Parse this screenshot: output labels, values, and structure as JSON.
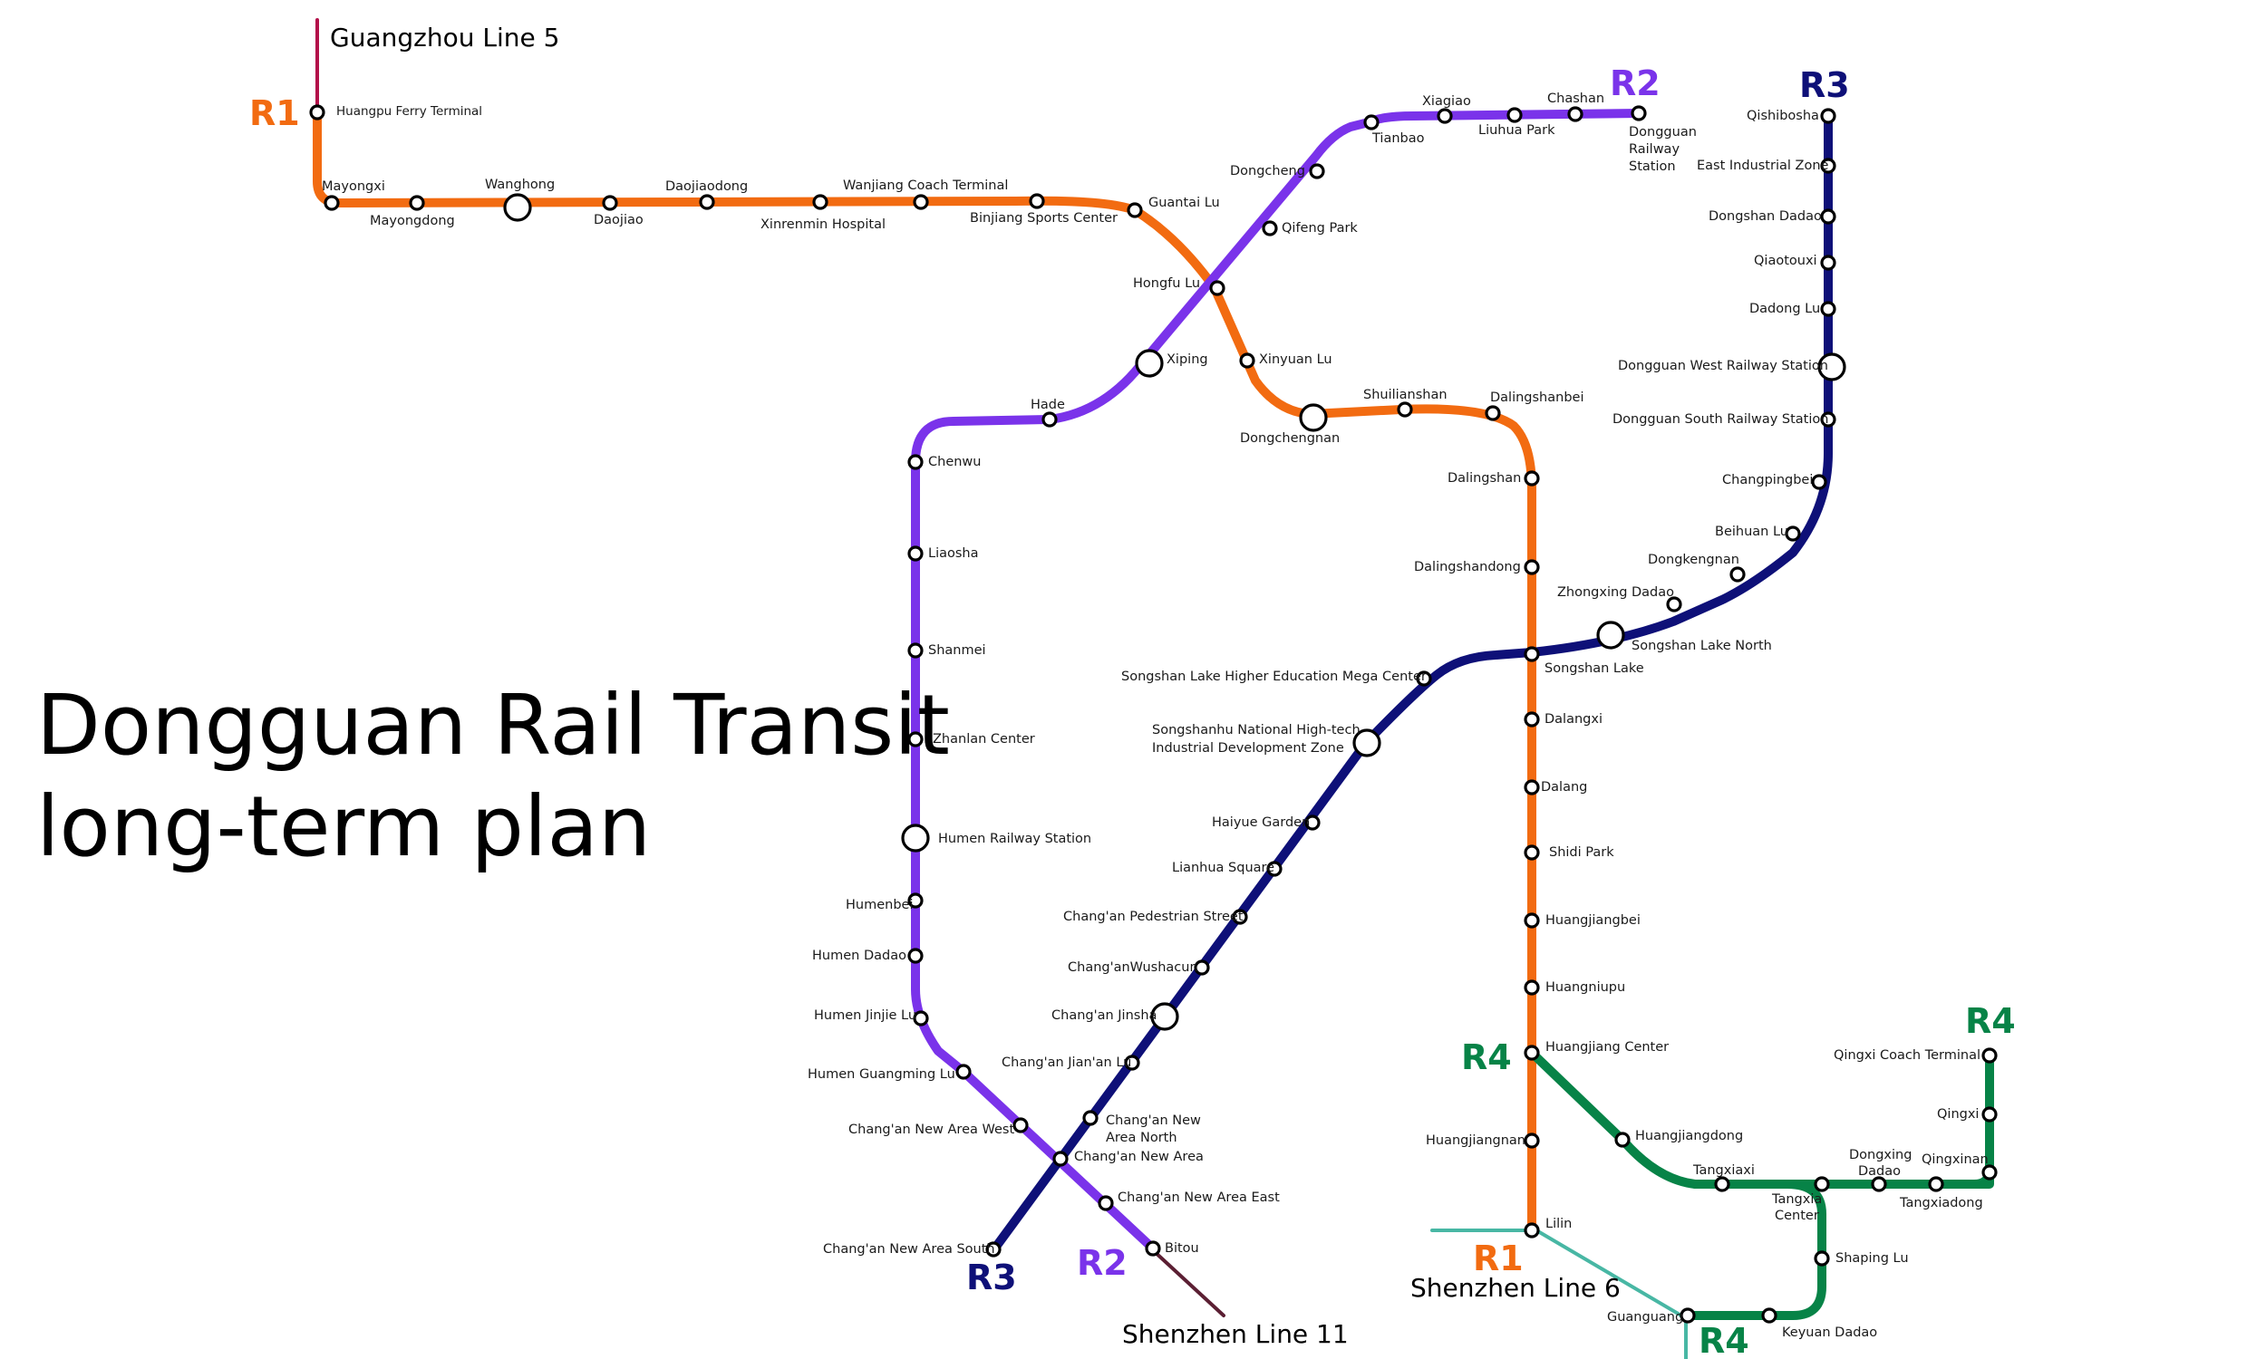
{
  "title": {
    "line1": "Dongguan Rail Transit",
    "line2": "long-term plan"
  },
  "lines": [
    {
      "id": "R1",
      "label": "R1",
      "color": "#f26b11"
    },
    {
      "id": "R2",
      "label": "R2",
      "color": "#7a33ea"
    },
    {
      "id": "R3",
      "label": "R3",
      "color": "#0e1078"
    },
    {
      "id": "R4",
      "label": "R4",
      "color": "#078347"
    }
  ],
  "external_lines": [
    {
      "id": "gz5",
      "label": "Guangzhou Line 5",
      "color": "#b3104a"
    },
    {
      "id": "sz6",
      "label": "Shenzhen Line 6",
      "color": "#48b7a4"
    },
    {
      "id": "sz11",
      "label": "Shenzhen Line 11",
      "color": "#5b1f33"
    }
  ],
  "stations": {
    "R1": [
      "Huangpu Ferry Terminal",
      "Mayongxi",
      "Mayongdong",
      "Wanghong",
      "Daojiao",
      "Daojiaodong",
      "Xinrenmin Hospital",
      "Wanjiang Coach Terminal",
      "Binjiang Sports Center",
      "Guantai Lu",
      "Hongfu Lu",
      "Xinyuan Lu",
      "Dongchengnan",
      "Shuilianshan",
      "Dalingshanbei",
      "Dalingshan",
      "Dalingshandong",
      "Songshan Lake",
      "Dalangxi",
      "Dalang",
      "Shidi Park",
      "Huangjiangbei",
      "Huangniupu",
      "Huangjiang Center",
      "Huangjiangnan",
      "Lilin"
    ],
    "R2": [
      "Dongguan Railway Station",
      "Chashan",
      "Liuhua Park",
      "Xiagiao",
      "Tianbao",
      "Dongcheng",
      "Qifeng Park",
      "Hongfu Lu",
      "Xiping",
      "Hade",
      "Chenwu",
      "Liaosha",
      "Shanmei",
      "Zhanlan Center",
      "Humen Railway Station",
      "Humenbei",
      "Humen Dadao",
      "Humen Jinjie Lu",
      "Humen Guangming Lu",
      "Chang'an New Area West",
      "Chang'an New Area",
      "Chang'an New Area East",
      "Bitou"
    ],
    "R3": [
      "Qishibosha",
      "East Industrial Zone",
      "Dongshan Dadao",
      "Qiaotouxi",
      "Dadong Lu",
      "Dongguan West Railway Station",
      "Dongguan South Railway Station",
      "Changpingbei",
      "Beihuan Lu",
      "Dongkengnan",
      "Zhongxing Dadao",
      "Songshan Lake North",
      "Songshan Lake",
      "Songshan Lake Higher Education Mega Center",
      "Songshanhu National High-tech Industrial Development Zone",
      "Haiyue Garden",
      "Lianhua Square",
      "Chang'an Pedestrian Street",
      "Chang'anWushacun",
      "Chang'an Jinsha",
      "Chang'an Jian'an Lu",
      "Chang'an New Area North",
      "Chang'an New Area",
      "Chang'an New Area South"
    ],
    "R4": [
      "Qingxi Coach Terminal",
      "Qingxi",
      "Qingxinan",
      "Tangxiadong",
      "Dongxing Dadao",
      "Tangxia Center",
      "Tangxiaxi",
      "Huangjiangdong",
      "Huangjiang Center",
      "Shaping Lu",
      "Keyuan Dadao",
      "Guanguang"
    ]
  },
  "labels": {
    "huangpu": "Huangpu Ferry Terminal",
    "mayongxi": "Mayongxi",
    "mayongdong": "Mayongdong",
    "wanghong": "Wanghong",
    "daojiao": "Daojiao",
    "daojiaodong": "Daojiaodong",
    "xinrenmin": "Xinrenmin Hospital",
    "wanjiang": "Wanjiang Coach Terminal",
    "binjiang": "Binjiang Sports Center",
    "guantai": "Guantai Lu",
    "hongfu": "Hongfu Lu",
    "xinyuan": "Xinyuan Lu",
    "dongchengnan": "Dongchengnan",
    "shuilianshan": "Shuilianshan",
    "dalingshanbei": "Dalingshanbei",
    "dalingshan": "Dalingshan",
    "dalingshandong": "Dalingshandong",
    "songshanlake": "Songshan Lake",
    "dalangxi": "Dalangxi",
    "dalang": "Dalang",
    "shidi": "Shidi Park",
    "huangjiangbei": "Huangjiangbei",
    "huangniupu": "Huangniupu",
    "huangjiangcenter": "Huangjiang Center",
    "huangjiangnan": "Huangjiangnan",
    "lilin": "Lilin",
    "dgrs_1": "Dongguan",
    "dgrs_2": "Railway",
    "dgrs_3": "Station",
    "chashan": "Chashan",
    "liuhua": "Liuhua Park",
    "xiagiao": "Xiagiao",
    "tianbao": "Tianbao",
    "dongcheng": "Dongcheng",
    "qifeng": "Qifeng Park",
    "xiping": "Xiping",
    "hade": "Hade",
    "chenwu": "Chenwu",
    "liaosha": "Liaosha",
    "shanmei": "Shanmei",
    "zhanlan": "Zhanlan Center",
    "humenrs": "Humen Railway Station",
    "humenbei": "Humenbei",
    "humendadao": "Humen Dadao",
    "humenjinjie": "Humen Jinjie Lu",
    "humenguangming": "Humen Guangming Lu",
    "canawest": "Chang'an New Area West",
    "cana": "Chang'an New Area",
    "canaeast": "Chang'an New Area East",
    "bitou": "Bitou",
    "qishibosha": "Qishibosha",
    "eastind": "East Industrial Zone",
    "dongshan": "Dongshan Dadao",
    "qiaotouxi": "Qiaotouxi",
    "dadong": "Dadong Lu",
    "dgwest": "Dongguan West Railway Station",
    "dgsouth": "Dongguan South Railway Station",
    "changpingbei": "Changpingbei",
    "beihuan": "Beihuan Lu",
    "dongkengnan": "Dongkengnan",
    "zhongxing": "Zhongxing Dadao",
    "sslnorth": "Songshan Lake North",
    "sslhighered": "Songshan Lake Higher Education Mega Center",
    "hightech_1": "Songshanhu National High-tech",
    "hightech_2": "Industrial Development Zone",
    "haiyue": "Haiyue Garden",
    "lianhua": "Lianhua Square",
    "pedestrian": "Chang'an Pedestrian Street",
    "wushacun": "Chang'anWushacun",
    "jinsha": "Chang'an Jinsha",
    "jianan": "Chang'an Jian'an Lu",
    "canorth_1": "Chang'an New",
    "canorth_2": "Area North",
    "casouth": "Chang'an New Area South",
    "qingxicoach": "Qingxi Coach Terminal",
    "qingxi": "Qingxi",
    "qingxinan": "Qingxinan",
    "tangxiadong": "Tangxiadong",
    "dongxing_1": "Dongxing",
    "dongxing_2": "Dadao",
    "tangxiacenter_1": "Tangxia",
    "tangxiacenter_2": "Center",
    "tangxiaxi": "Tangxiaxi",
    "huangjiangdong": "Huangjiangdong",
    "shaping": "Shaping Lu",
    "keyuan": "Keyuan Dadao",
    "guanguang": "Guanguang"
  }
}
